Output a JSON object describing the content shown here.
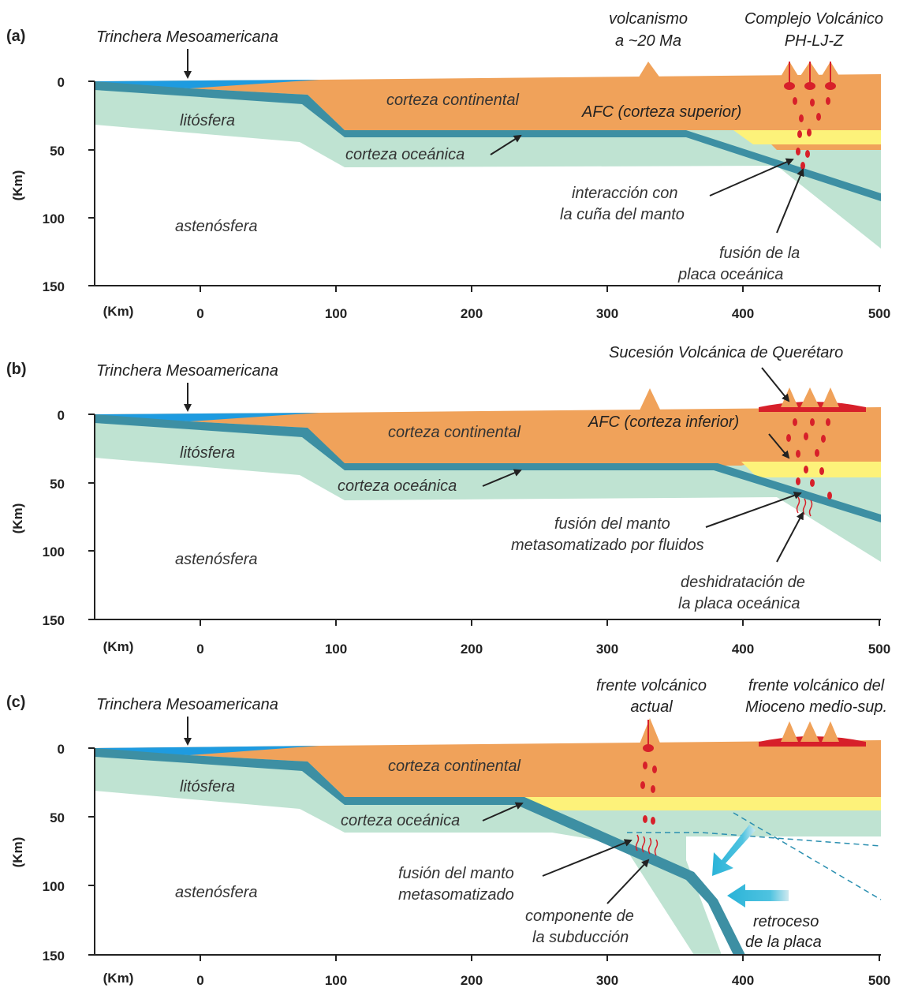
{
  "colors": {
    "continental_crust": "#f0a25a",
    "lithosphere": "#bfe3d2",
    "oceanic_crust": "#3d8fa3",
    "lower_crust": "#fdf27a",
    "ocean": "#1e9be0",
    "magma": "#d7202a",
    "axis": "#222222"
  },
  "axis": {
    "y_unit": "(Km)",
    "x_unit": "(Km)",
    "y_ticks": [
      "0",
      "50",
      "100",
      "150"
    ],
    "x_ticks": [
      "0",
      "100",
      "200",
      "300",
      "400",
      "500"
    ]
  },
  "panels": [
    {
      "id": "a",
      "label": "(a)",
      "trench": "Trinchera Mesoamericana",
      "continental_crust": "corteza continental",
      "lithosphere": "litósfera",
      "oceanic_crust": "corteza oceánica",
      "asthenosphere": "astenósfera",
      "volcanism_line1": "volcanismo",
      "volcanism_line2": "a ~20 Ma",
      "complex_line1": "Complejo Volcánico",
      "complex_line2": "PH-LJ-Z",
      "afc": "AFC (corteza superior)",
      "interaction_line1": "interacción con",
      "interaction_line2": "la cuña del manto",
      "melting_line1": "fusión de la",
      "melting_line2": "placa oceánica"
    },
    {
      "id": "b",
      "label": "(b)",
      "trench": "Trinchera Mesoamericana",
      "continental_crust": "corteza continental",
      "lithosphere": "litósfera",
      "oceanic_crust": "corteza oceánica",
      "asthenosphere": "astenósfera",
      "succession": "Sucesión Volcánica de Querétaro",
      "afc": "AFC (corteza inferior)",
      "mantle_line1": "fusión del manto",
      "mantle_line2": "metasomatizado por fluidos",
      "dehydration_line1": "deshidratación de",
      "dehydration_line2": "la placa oceánica"
    },
    {
      "id": "c",
      "label": "(c)",
      "trench": "Trinchera Mesoamericana",
      "continental_crust": "corteza continental",
      "lithosphere": "litósfera",
      "oceanic_crust": "corteza oceánica",
      "asthenosphere": "astenósfera",
      "front_actual_line1": "frente volcánico",
      "front_actual_line2": "actual",
      "front_miocene_line1": "frente volcánico del",
      "front_miocene_line2": "Mioceno medio-sup.",
      "mantle_line1": "fusión del manto",
      "mantle_line2": "metasomatizado",
      "subduction_line1": "componente de",
      "subduction_line2": "la subducción",
      "rollback_line1": "retroceso",
      "rollback_line2": "de la placa"
    }
  ]
}
